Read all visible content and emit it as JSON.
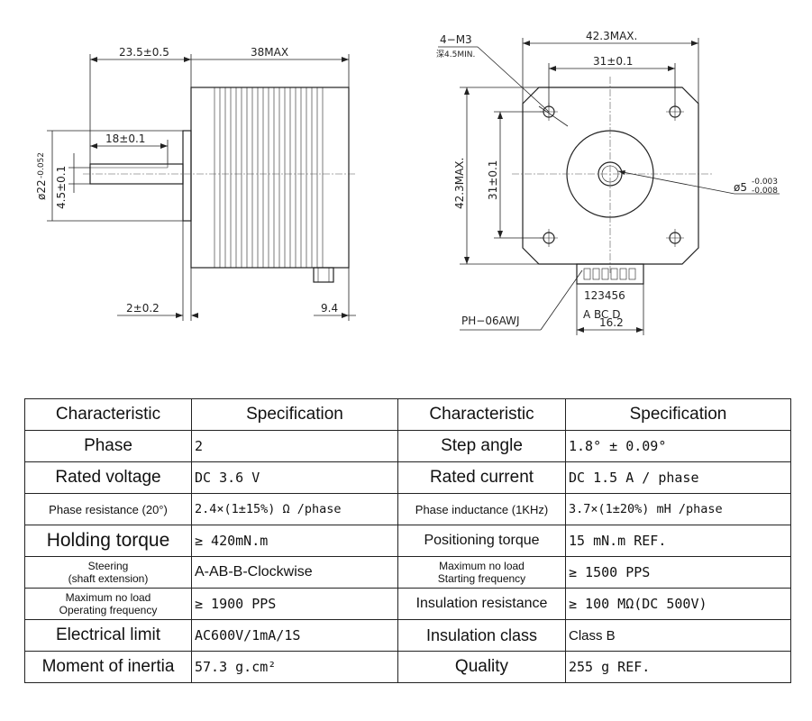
{
  "side_view": {
    "dim_shaft_length": "23.5±0.5",
    "dim_body_length": "38MAX",
    "dim_flat_length": "18±0.1",
    "dim_flat_height": "4.5±0.1",
    "dim_shaft_diameter": "ø22",
    "dim_shaft_tolerance": "-0.052",
    "dim_boss_depth": "2±0.2",
    "dim_connector_offset": "9.4"
  },
  "front_view": {
    "dim_thread_spec": "4−M3",
    "dim_thread_depth": "深4.5MIN.",
    "dim_body_width": "42.3MAX.",
    "dim_hole_spacing_h": "31±0.1",
    "dim_body_height": "42.3MAX.",
    "dim_hole_spacing_v": "31±0.1",
    "dim_shaft_dia": "ø5",
    "dim_shaft_tol_upper": "-0.003",
    "dim_shaft_tol_lower": "-0.008",
    "connector_part": "PH−06AWJ",
    "connector_pins": "123456",
    "connector_phases": "A  BC  D",
    "connector_width": "16.2"
  },
  "spec_table": {
    "headers": [
      "Characteristic",
      "Specification",
      "Characteristic",
      "Specification"
    ],
    "rows": [
      {
        "k1": "Phase",
        "v1": "2",
        "k2": "Step angle",
        "v2": "1.8°  ± 0.09°"
      },
      {
        "k1": "Rated voltage",
        "v1": "DC 3.6 V",
        "k2": "Rated current",
        "v2": "DC  1.5 A / phase"
      },
      {
        "k1": "Phase resistance (20°)",
        "v1": "2.4×(1±15%) Ω /phase",
        "k2": "Phase inductance (1KHz)",
        "v2": "3.7×(1±20%) mH /phase"
      },
      {
        "k1": "Holding torque",
        "v1": "≥  420mN.m",
        "k2": "Positioning torque",
        "v2": "15 mN.m  REF."
      },
      {
        "k1a": "Steering",
        "k1b": "(shaft extension)",
        "v1": "A-AB-B-Clockwise",
        "k2a": "Maximum no load",
        "k2b": "Starting frequency",
        "v2": "≥ 1500 PPS"
      },
      {
        "k1a": "Maximum no load",
        "k1b": "Operating frequency",
        "v1": "≥ 1900 PPS",
        "k2": "Insulation resistance",
        "v2": "≥ 100 MΩ(DC 500V)"
      },
      {
        "k1": "Electrical limit",
        "v1": "AC600V/1mA/1S",
        "k2": "Insulation class",
        "v2": "Class B"
      },
      {
        "k1": "Moment of inertia",
        "v1": "57.3  g.cm²",
        "k2": "Quality",
        "v2": "255 g  REF."
      }
    ]
  }
}
